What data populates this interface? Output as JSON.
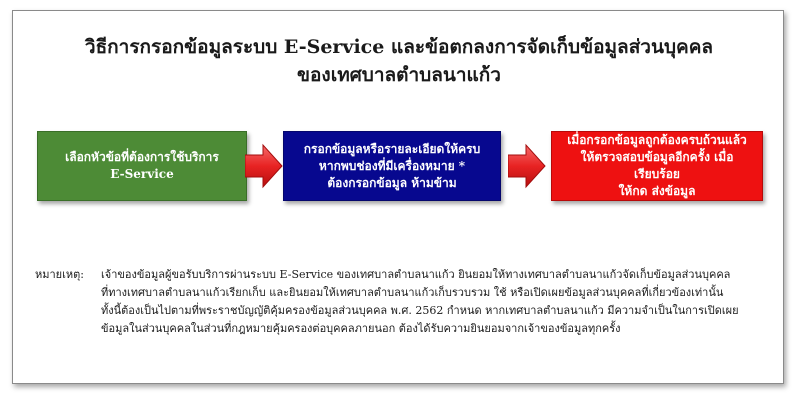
{
  "header": {
    "title_line1": "วิธีการกรอกข้อมูลระบบ E-Service และข้อตกลงการจัดเก็บข้อมูลส่วนบุคคล",
    "title_line2": "ของเทศบาลตำบลนาแก้ว"
  },
  "steps": [
    {
      "lines": [
        "เลือกหัวข้อที่ต้องการใช้บริการ",
        "E-Service"
      ],
      "color": "#4d8b36"
    },
    {
      "lines": [
        "กรอกข้อมูลหรือรายละเอียดให้ครบ",
        "หากพบช่องที่มีเครื่องหมาย *",
        "ต้องกรอกข้อมูล ห้ามข้าม"
      ],
      "color": "#07088f"
    },
    {
      "lines": [
        "เมื่อกรอกข้อมูลถูกต้องครบถ้วนแล้ว",
        "ให้ตรวจสอบข้อมูลอีกครั้ง เมื่อเรียบร้อย",
        "ให้กด ส่งข้อมูล"
      ],
      "color": "#ee1111"
    }
  ],
  "arrows": {
    "fill": "#e82323",
    "icon": "arrow-right-icon"
  },
  "note": {
    "label": "หมายเหตุ:",
    "lines": [
      "เจ้าของข้อมูลผู้ขอรับบริการผ่านระบบ E-Service ของเทศบาลตำบลนาแก้ว ยินยอมให้ทางเทศบาลตำบลนาแก้วจัดเก็บข้อมูลส่วนบุคคล",
      "ที่ทางเทศบาลตำบลนาแก้วเรียกเก็บ และยินยอมให้เทศบาลตำบลนาแก้วเก็บรวบรวม ใช้ หรือเปิดเผยข้อมูลส่วนบุคคลที่เกี่ยวข้องเท่านั้น",
      "ทั้งนี้ต้องเป็นไปตามที่พระราชบัญญัติคุ้มครองข้อมูลส่วนบุคคล พ.ศ. 2562 กำหนด หากเทศบาลตำบลนาแก้ว มีความจำเป็นในการเปิดเผย",
      "ข้อมูลในส่วนบุคคลในส่วนที่กฎหมายคุ้มครองต่อบุคคลภายนอก ต้องได้รับความยินยอมจากเจ้าของข้อมูลทุกครั้ง"
    ]
  }
}
